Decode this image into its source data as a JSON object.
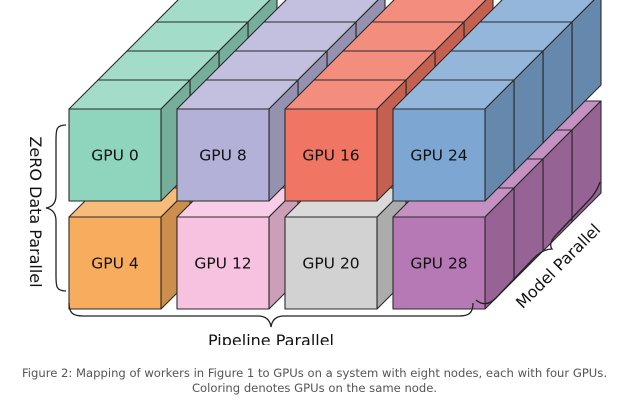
{
  "figure": {
    "labels": {
      "zero_data_parallel": "ZeRO Data Parallel",
      "pipeline_parallel": "Pipeline Parallel",
      "model_parallel": "Model Parallel"
    },
    "caption": {
      "line1": "Figure 2: Mapping of workers in Figure 1 to GPUs on a system with eight nodes, each with four GPUs.",
      "line2": "Coloring denotes GPUs on the same node."
    },
    "node_colors": {
      "teal": "#8fd4bd",
      "lavender": "#b4b1d8",
      "red": "#f07563",
      "blue": "#7da6d3",
      "orange": "#f7ad5d",
      "pink": "#f7c2df",
      "gray": "#d2d2d2",
      "purple": "#b779b5"
    },
    "front_cubes": [
      {
        "label": "GPU 0",
        "color": "teal"
      },
      {
        "label": "GPU 8",
        "color": "lavender"
      },
      {
        "label": "GPU 16",
        "color": "red"
      },
      {
        "label": "GPU 24",
        "color": "blue"
      },
      {
        "label": "GPU 4",
        "color": "orange"
      },
      {
        "label": "GPU 12",
        "color": "pink"
      },
      {
        "label": "GPU 20",
        "color": "gray"
      },
      {
        "label": "GPU 28",
        "color": "purple"
      }
    ]
  }
}
